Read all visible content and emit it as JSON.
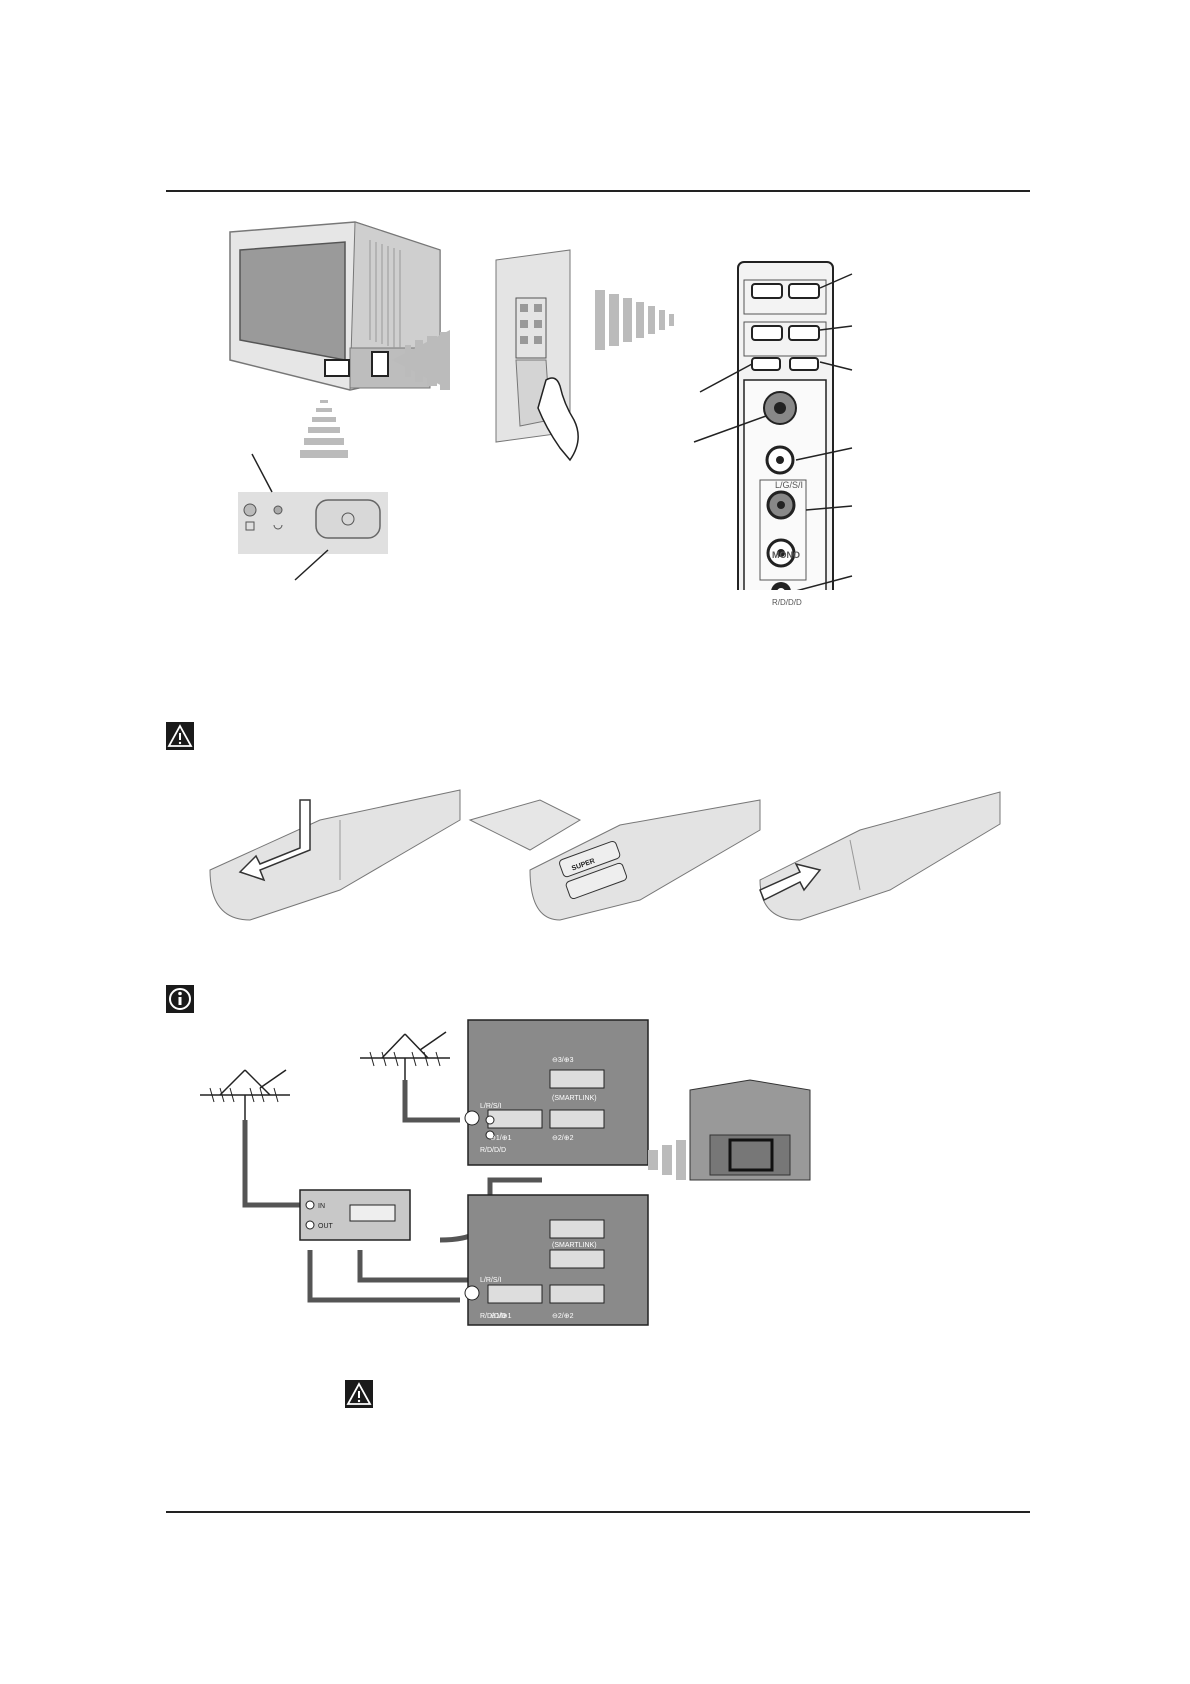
{
  "icons": {
    "warning_top": "warning-triangle-icon",
    "info": "info-icon",
    "warning_bottom": "warning-triangle-icon"
  },
  "side_panel": {
    "label_lg": "L/G/S/I",
    "label_mono": "MONO",
    "label_rd": "R/D/D/D"
  },
  "connections": {
    "top_panel": {
      "scart3": "⊖3/⊕3",
      "scart3_sub": "(SMARTLINK)",
      "scart1": "⊖1/⊕1",
      "scart2": "⊖2/⊕2",
      "antenna_label": "L/R/S/I",
      "video_label": "R/D/D/D"
    },
    "bottom_panel": {
      "scart3_sub": "(SMARTLINK)",
      "scart1": "⊖1/⊕1",
      "scart2": "⊖2/⊕2",
      "antenna_label": "L/R/S/I",
      "video_label": "R/D/D/D"
    },
    "vcr": {
      "in_label": "IN",
      "out_label": "OUT"
    }
  },
  "battery_text": "SUPER"
}
